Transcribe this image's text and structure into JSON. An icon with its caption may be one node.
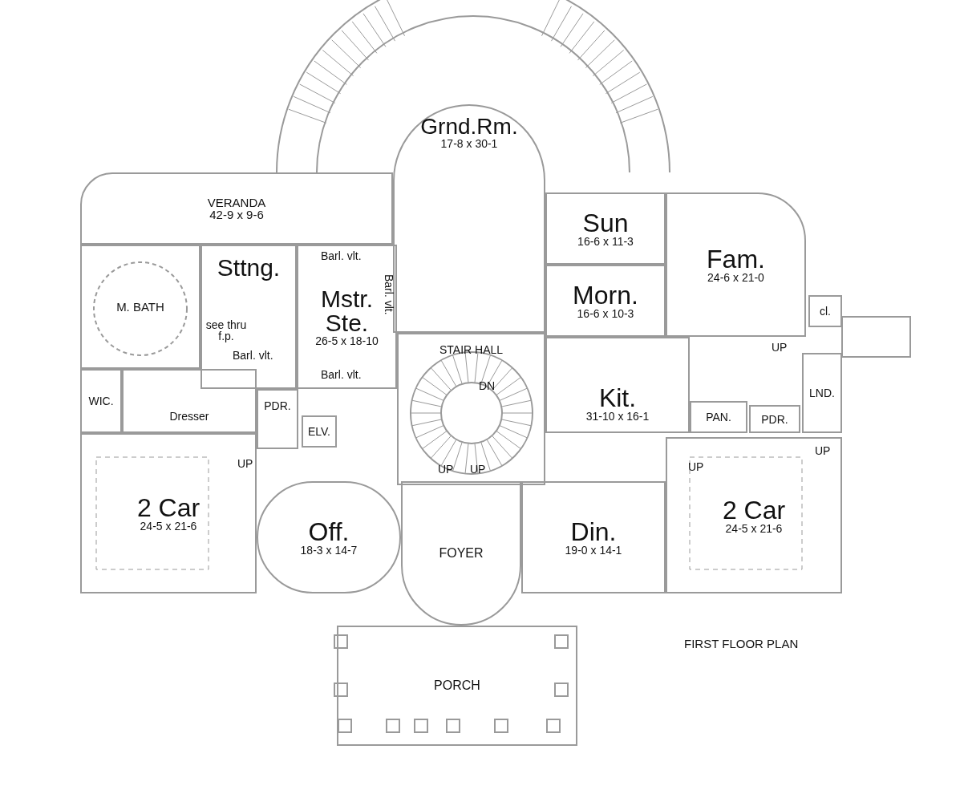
{
  "diagram": {
    "title": "FIRST FLOOR PLAN",
    "nodes": [
      {
        "text": [
          "VERANDA",
          "42-9 x 9-6"
        ]
      },
      {
        "text": [
          "Grnd.Rm.",
          "17-8 x 30-1"
        ]
      },
      {
        "text": [
          "Sun",
          "16-6 x 11-3"
        ]
      },
      {
        "text": [
          "Fam.",
          "24-6 x 21-0"
        ]
      },
      {
        "text": [
          "M. BATH"
        ]
      },
      {
        "text": [
          "Sttng."
        ]
      },
      {
        "text": [
          "Mstr. Ste.",
          "26-5 x 18-10"
        ]
      },
      {
        "text": [
          "Morn.",
          "16-6 x 10-3"
        ]
      },
      {
        "text": [
          "cl."
        ]
      },
      {
        "text": [
          "STAIR HALL"
        ]
      },
      {
        "text": [
          "Kit.",
          "31-10 x 16-1"
        ]
      },
      {
        "text": [
          "LND."
        ]
      },
      {
        "text": [
          "WIC."
        ]
      },
      {
        "text": [
          "Dresser"
        ]
      },
      {
        "text": [
          "PDR."
        ]
      },
      {
        "text": [
          "ELV."
        ]
      },
      {
        "text": [
          "PAN."
        ]
      },
      {
        "text": [
          "PDR."
        ]
      },
      {
        "text": [
          "2 Car",
          "24-5 x 21-6"
        ]
      },
      {
        "text": [
          "Off.",
          "18-3 x 14-7"
        ]
      },
      {
        "text": [
          "FOYER"
        ]
      },
      {
        "text": [
          "Din.",
          "19-0 x 14-1"
        ]
      },
      {
        "text": [
          "2 Car",
          "24-5 x 21-6"
        ]
      },
      {
        "text": [
          "PORCH"
        ]
      }
    ],
    "labels": [
      "Barl. vlt.",
      "Barl. vlt.",
      "see thru f.p.",
      "Barl. vlt.",
      "UP",
      "Barl. vlt.",
      "DN",
      "UP",
      "UP",
      "UP",
      "UP",
      "UP"
    ]
  }
}
